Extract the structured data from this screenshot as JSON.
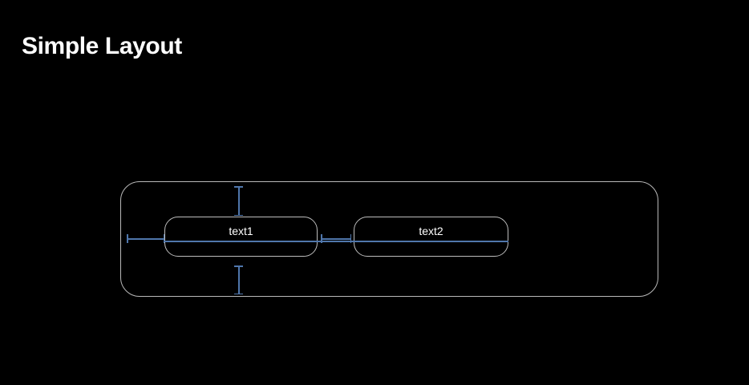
{
  "page": {
    "title": "Simple Layout",
    "background_color": "#000000"
  },
  "colors": {
    "background": "#000000",
    "text": "#ffffff",
    "box_border": "#bdbdbd",
    "container_border": "#b9b9b9",
    "guide_blue": "#4f76ab"
  },
  "diagram": {
    "type": "layout-constraint-diagram",
    "container": {
      "name": "outer-container",
      "border_color": "#b9b9b9",
      "corner_radius": 24
    },
    "boxes": [
      {
        "id": "box-1",
        "label": "text1"
      },
      {
        "id": "box-2",
        "label": "text2"
      }
    ],
    "guides": [
      {
        "id": "baseline",
        "orientation": "horizontal",
        "style": "plain-line",
        "color": "#4f76ab"
      },
      {
        "id": "leading-space",
        "orientation": "horizontal",
        "style": "i-beam",
        "color": "#4f76ab"
      },
      {
        "id": "horizontal-gap",
        "orientation": "horizontal",
        "style": "i-beam",
        "color": "#4f76ab"
      },
      {
        "id": "top-space",
        "orientation": "vertical",
        "style": "i-beam",
        "color": "#4f76ab"
      },
      {
        "id": "bottom-space",
        "orientation": "vertical",
        "style": "i-beam",
        "color": "#4f76ab"
      }
    ]
  }
}
